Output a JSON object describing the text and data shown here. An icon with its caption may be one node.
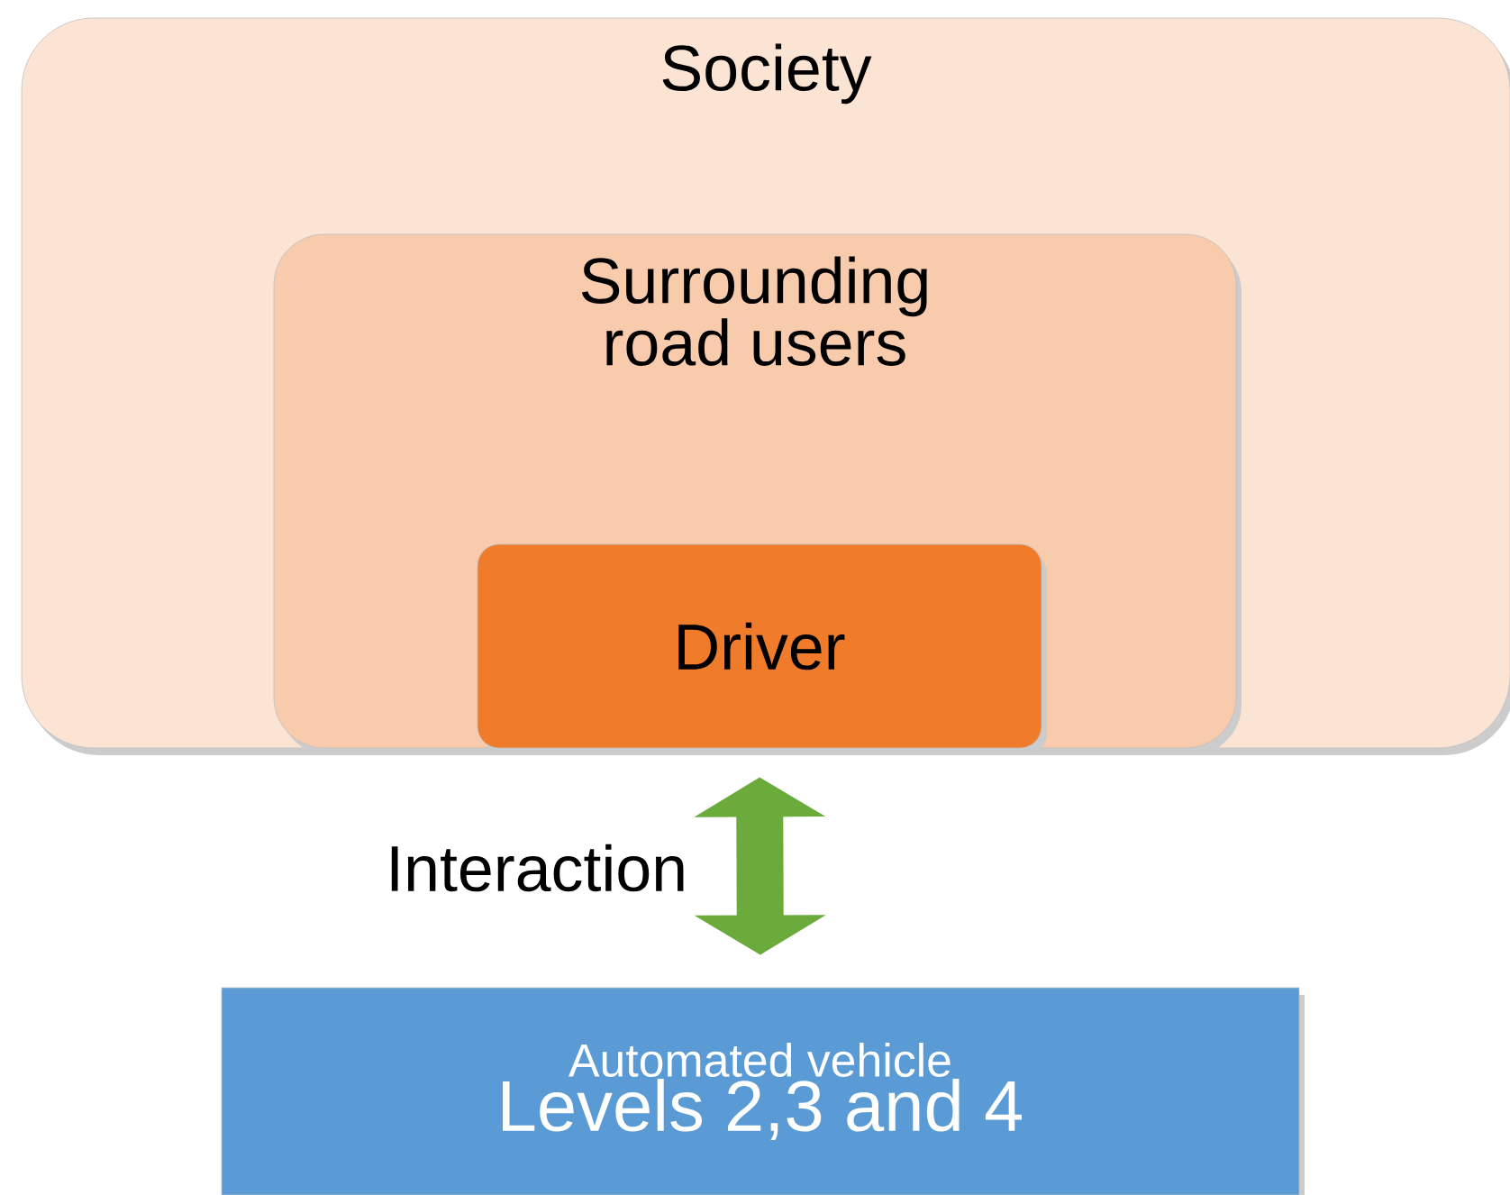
{
  "diagram": {
    "nodes": [
      {
        "text": [
          "Society"
        ]
      },
      {
        "text": [
          "Surrounding road users"
        ],
        "in": 0
      },
      {
        "text": [
          "Driver"
        ],
        "in": 1
      },
      {
        "text": [
          "Automated vehicle",
          "Levels 2,3 and 4"
        ]
      }
    ],
    "edges": [
      {
        "from": 2,
        "to": 3,
        "arrow": "both",
        "label": "Interaction",
        "color": "#6aab3c"
      }
    ]
  }
}
